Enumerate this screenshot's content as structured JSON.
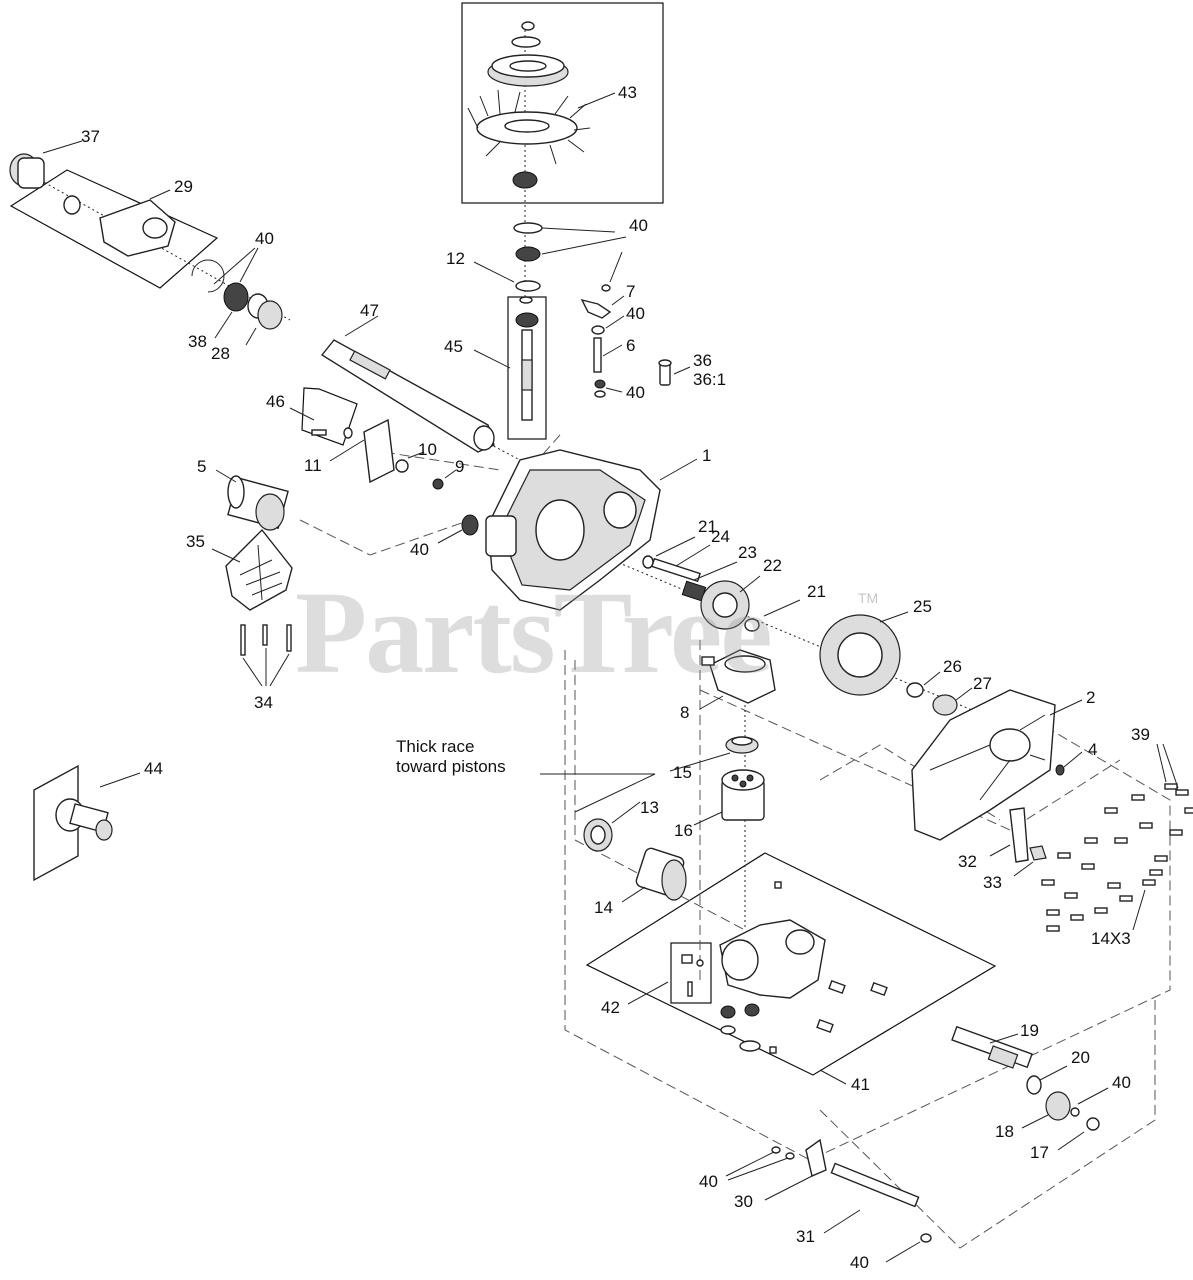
{
  "watermark": "PartsTree",
  "trademark": "TM",
  "note": {
    "line1": "Thick race",
    "line2": "toward pistons"
  },
  "labels": {
    "l43": "43",
    "l37": "37",
    "l29": "29",
    "l40a": "40",
    "l40b": "40",
    "l12": "12",
    "l7": "7",
    "l40c": "40",
    "l38": "38",
    "l28": "28",
    "l47": "47",
    "l45": "45",
    "l6": "6",
    "l36": "36",
    "l36_1": "36:1",
    "l40d": "40",
    "l46": "46",
    "l10": "10",
    "l11": "11",
    "l9": "9",
    "l1": "1",
    "l5": "5",
    "l35": "35",
    "l40e": "40",
    "l21a": "21",
    "l24": "24",
    "l23": "23",
    "l22": "22",
    "l21b": "21",
    "l25": "25",
    "l26": "26",
    "l27": "27",
    "l34": "34",
    "l8": "8",
    "l2": "2",
    "l4": "4",
    "l44": "44",
    "l15": "15",
    "l39": "39",
    "l16": "16",
    "l13": "13",
    "l32": "32",
    "l33": "33",
    "l14": "14",
    "l14x3": "14X3",
    "l42": "42",
    "l41": "41",
    "l19": "19",
    "l20": "20",
    "l40f": "40",
    "l18": "18",
    "l17": "17",
    "l40g": "40",
    "l30": "30",
    "l31": "31",
    "l40h": "40"
  }
}
